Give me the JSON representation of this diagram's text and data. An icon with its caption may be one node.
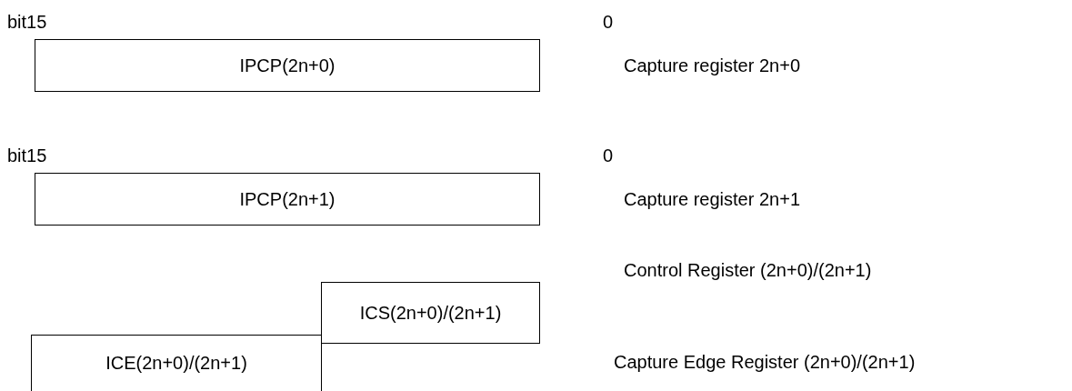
{
  "diagram": {
    "nodes": [
      {
        "text": [
          "IPCP(2n+0)"
        ]
      },
      {
        "text": [
          "IPCP(2n+1)"
        ]
      },
      {
        "text": [
          "ICS(2n+0)/(2n+1)"
        ]
      },
      {
        "text": [
          "ICE(2n+0)/(2n+1)"
        ]
      }
    ],
    "labels": [
      "bit15",
      "0",
      "Capture register 2n+0",
      "bit15",
      "0",
      "Capture register 2n+1",
      "Control Register (2n+0)/(2n+1)",
      "Capture Edge Register (2n+0)/(2n+1)"
    ]
  }
}
